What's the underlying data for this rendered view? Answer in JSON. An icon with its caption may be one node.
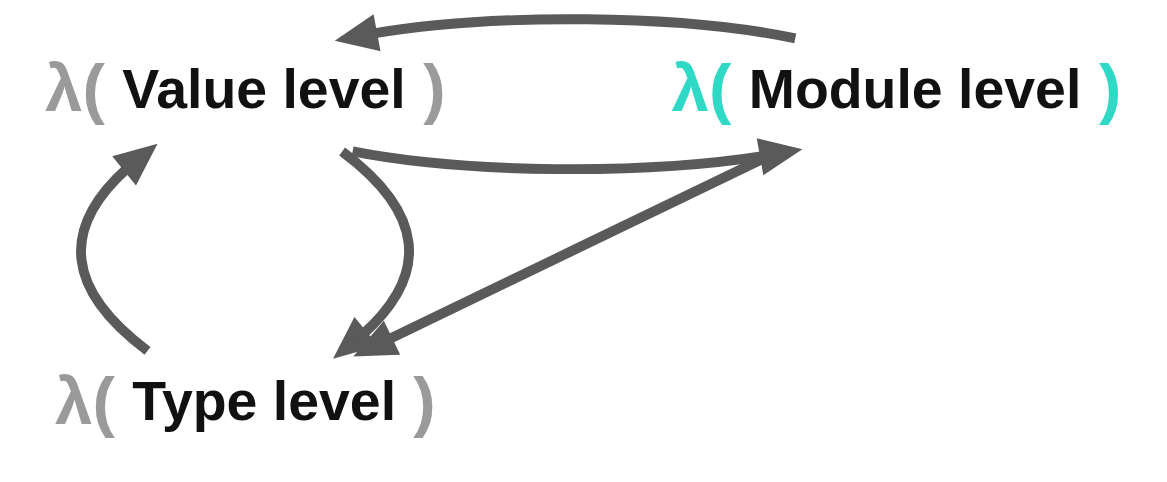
{
  "diagram": {
    "nodes": [
      {
        "text": [
          "λ(",
          "Type level",
          ")"
        ]
      },
      {
        "text": [
          "λ(",
          "Module level",
          ")"
        ]
      },
      {
        "text": [
          "λ(",
          "Value level",
          ")"
        ]
      }
    ],
    "edges": [
      {
        "from": 2,
        "to": 0,
        "arrow": "to"
      },
      {
        "from": 0,
        "to": 2,
        "arrow": "to"
      },
      {
        "from": 1,
        "to": 0,
        "arrow": "to"
      },
      {
        "from": 2,
        "to": 1,
        "arrow": "to"
      },
      {
        "from": 1,
        "to": 2,
        "arrow": "to"
      }
    ]
  }
}
